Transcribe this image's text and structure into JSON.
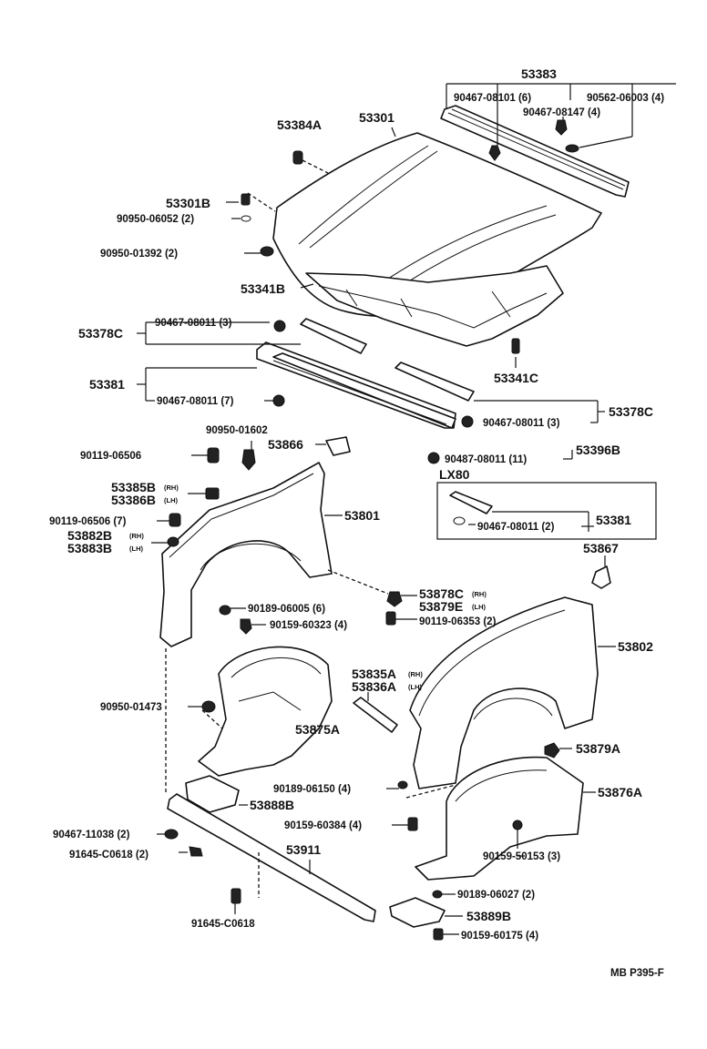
{
  "labels": {
    "p53383": "53383",
    "p53301": "53301",
    "p53384A": "53384A",
    "p90467_08101": "90467-08101 (6)",
    "p90562_06003": "90562-06003 (4)",
    "p90467_08147": "90467-08147 (4)",
    "p53301B": "53301B",
    "p90950_06052": "90950-06052 (2)",
    "p90950_01392": "90950-01392 (2)",
    "p53341B": "53341B",
    "p53378C_left": "53378C",
    "p90467_08011_a": "90467-08011 (3)",
    "p53341C": "53341C",
    "p53381_left": "53381",
    "p90467_08011_b": "90467-08011 (7)",
    "p53378C_right": "53378C",
    "p90467_08011_c": "90467-08011 (3)",
    "p90950_01602": "90950-01602",
    "p53866": "53866",
    "p53396B": "53396B",
    "p90467_08011_d": "90487-08011 (11)",
    "p90119_06506_a": "90119-06506",
    "p53385B": "53385B",
    "p53385B_side": "(RH)",
    "p53386B": "53386B",
    "p53386B_side": "(LH)",
    "p90119_06506_b": "90119-06506 (7)",
    "p53882B": "53882B",
    "p53882B_side": "(RH)",
    "p53883B": "53883B",
    "p53883B_side": "(LH)",
    "p53801": "53801",
    "lx80": "LX80",
    "p90467_08011_e": "90467-08011 (2)",
    "p53381_box": "53381",
    "p53867": "53867",
    "p53878C": "53878C",
    "p53878C_side": "(RH)",
    "p53879E": "53879E",
    "p53879E_side": "(LH)",
    "p90189_06005": "90189-06005 (6)",
    "p90159_60323": "90159-60323 (4)",
    "p90119_06353": "90119-06353 (2)",
    "p53802": "53802",
    "p53835A": "53835A",
    "p53835A_side": "(RH)",
    "p53836A": "53836A",
    "p53836A_side": "(LH)",
    "p90950_01473": "90950-01473",
    "p53875A": "53875A",
    "p53879A": "53879A",
    "p90189_06150": "90189-06150 (4)",
    "p53876A": "53876A",
    "p53888B": "53888B",
    "p90159_60384": "90159-60384 (4)",
    "p90159_50153": "90159-50153 (3)",
    "p90467_11038": "90467-11038 (2)",
    "p91645_C0618_a": "91645-C0618 (2)",
    "p53911": "53911",
    "p90189_06027": "90189-06027 (2)",
    "p91645_C0618_b": "91645-C0618",
    "p53889B": "53889B",
    "p90159_60175": "90159-60175 (4)",
    "footer": "MB  P395-F"
  }
}
